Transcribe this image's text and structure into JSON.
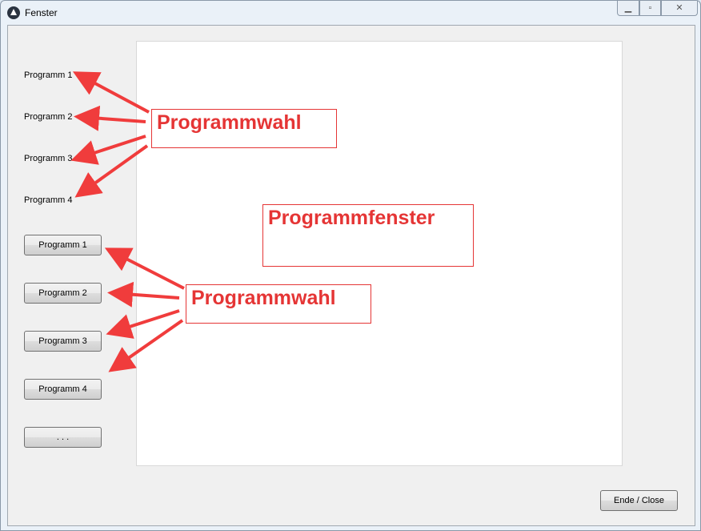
{
  "window": {
    "title": "Fenster",
    "icon": "app-icon"
  },
  "labels": [
    "Programm 1",
    "Programm 2",
    "Programm 3",
    "Programm 4"
  ],
  "buttons": [
    "Programm 1",
    "Programm 2",
    "Programm 3",
    "Programm 4",
    ". . ."
  ],
  "annotations": {
    "labels_note": "Programmwahl",
    "buttons_note": "Programmwahl",
    "panel_note": "Programmfenster"
  },
  "close_button": "Ende / Close",
  "colors": {
    "annotation": "#e53535"
  }
}
